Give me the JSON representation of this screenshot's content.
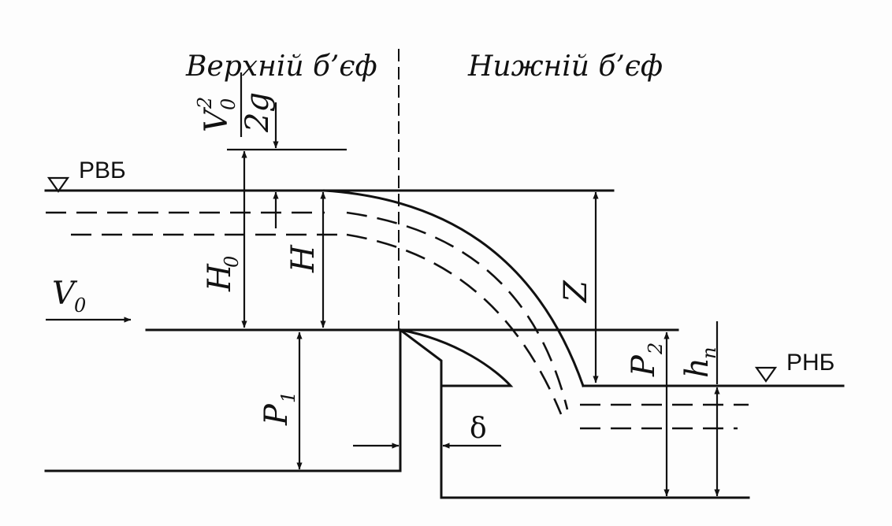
{
  "diagram": {
    "headings": {
      "upstream": "Верхній б’єф",
      "downstream": "Нижній б’єф"
    },
    "levels": {
      "upstream_level": "РВБ",
      "downstream_level": "РНБ"
    },
    "labels": {
      "velocity_head_numerator": "V",
      "velocity_head_numerator_sub": "0",
      "velocity_head_numerator_sup": "2",
      "velocity_head_denominator": "2g",
      "total_head": "H",
      "total_head_sub": "0",
      "head": "H",
      "approach_velocity": "V",
      "approach_velocity_sub": "0",
      "drop": "Z",
      "upstream_height": "P",
      "upstream_height_sub": "1",
      "downstream_height": "P",
      "downstream_height_sub": "2",
      "tailwater_depth": "h",
      "tailwater_depth_sub": "п",
      "crest_thickness": "δ"
    }
  }
}
